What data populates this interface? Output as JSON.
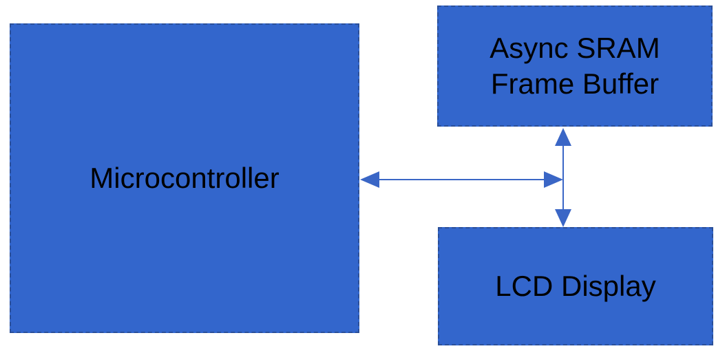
{
  "diagram": {
    "blocks": {
      "microcontroller": {
        "label": "Microcontroller"
      },
      "sram": {
        "label_line1": "Async SRAM",
        "label_line2": "Frame Buffer"
      },
      "lcd": {
        "label": "LCD Display"
      }
    },
    "colors": {
      "block_fill": "#3366cc",
      "block_border": "#2a4f99",
      "connector": "#3a66c6"
    }
  }
}
